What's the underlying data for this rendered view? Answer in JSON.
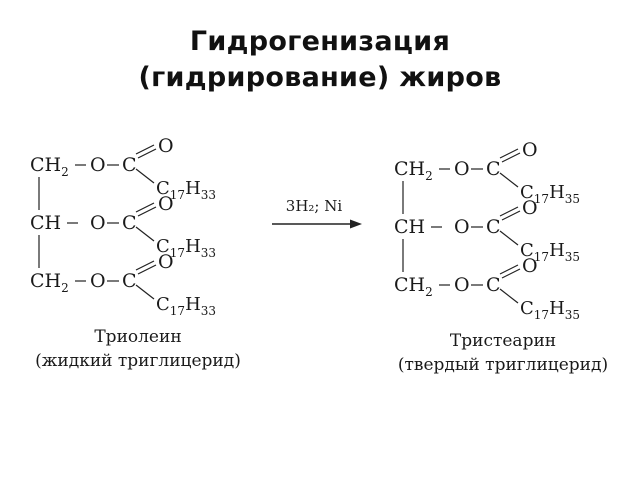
{
  "title": {
    "line1": "Гидрогенизация",
    "line2": "(гидрирование) жиров"
  },
  "reaction": {
    "conditions": "3H₂; Ni",
    "reactant": {
      "rows": [
        {
          "group": "CH",
          "sub": "2",
          "chain": "C",
          "chain_sub": "17",
          "h": "H",
          "h_sub": "33"
        },
        {
          "group": "CH",
          "sub": "",
          "chain": "C",
          "chain_sub": "17",
          "h": "H",
          "h_sub": "33"
        },
        {
          "group": "CH",
          "sub": "2",
          "chain": "C",
          "chain_sub": "17",
          "h": "H",
          "h_sub": "33"
        }
      ],
      "name": "Триолеин",
      "description": "(жидкий триглицерид)"
    },
    "product": {
      "rows": [
        {
          "group": "CH",
          "sub": "2",
          "chain": "C",
          "chain_sub": "17",
          "h": "H",
          "h_sub": "35"
        },
        {
          "group": "CH",
          "sub": "",
          "chain": "C",
          "chain_sub": "17",
          "h": "H",
          "h_sub": "35"
        },
        {
          "group": "CH",
          "sub": "2",
          "chain": "C",
          "chain_sub": "17",
          "h": "H",
          "h_sub": "35"
        }
      ],
      "name": "Тристеарин",
      "description": "(твердый триглицерид)"
    },
    "atoms": {
      "oxygen": "O",
      "carbon": "C"
    }
  }
}
